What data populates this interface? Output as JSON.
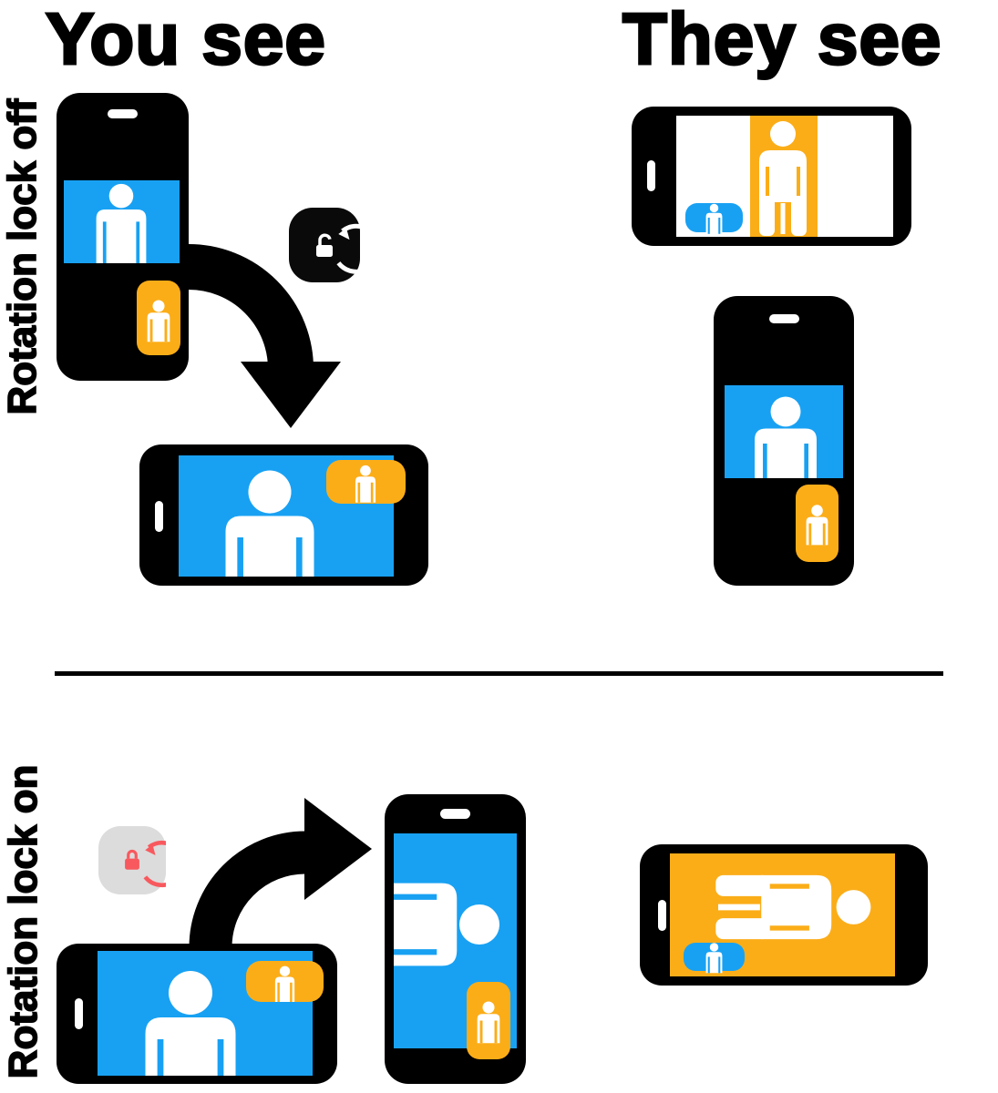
{
  "titles": {
    "you_see": "You see",
    "they_see": "They see"
  },
  "row_labels": {
    "off": "Rotation lock off",
    "on": "Rotation lock on"
  },
  "icons": {
    "rotation_unlock": "rotation-lock-off-icon",
    "rotation_lock": "rotation-lock-on-icon",
    "person": "person-silhouette-icon",
    "pip": "self-view-pip"
  },
  "colors": {
    "black": "#000000",
    "white": "#ffffff",
    "blue": "#18A1F3",
    "orange": "#FBAD18",
    "red": "#F8595E",
    "gray": "#DCDCDC"
  }
}
